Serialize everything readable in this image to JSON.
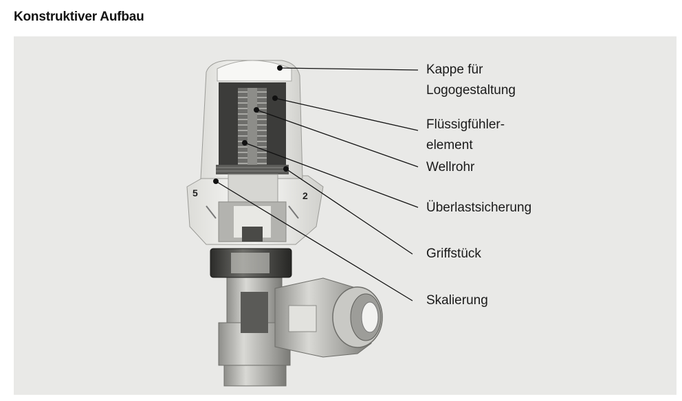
{
  "title": "Konstruktiver Aufbau",
  "labels": {
    "kappe": [
      "Kappe für",
      "Logogestaltung"
    ],
    "fluessig": [
      "Flüssigfühler-",
      "element"
    ],
    "wellrohr": "Wellrohr",
    "ueberlast": "Überlastsicherung",
    "griff": "Griffstück",
    "skalierung": "Skalierung"
  },
  "scale_marks": [
    "5",
    "2"
  ],
  "colors": {
    "panel": "#e9e9e7",
    "plastic": "#f4f4f2",
    "metal": "#b9b9b5",
    "dark_interior": "#3c3c3a",
    "leader_line": "#111111"
  }
}
